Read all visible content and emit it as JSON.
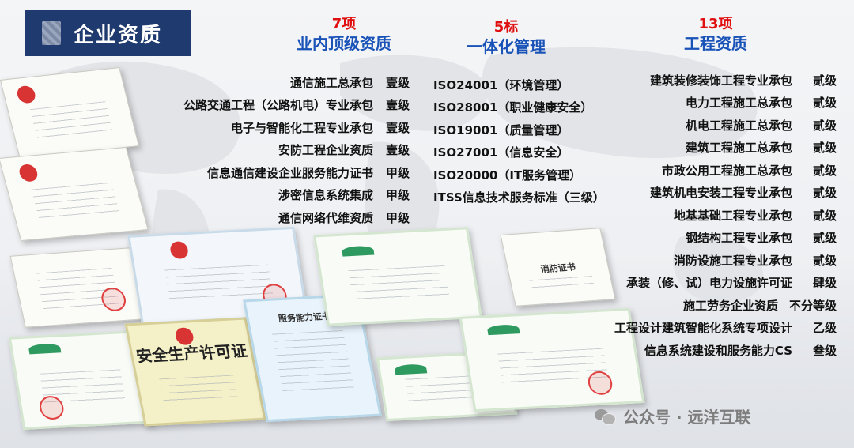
{
  "title": {
    "text": "企业资质"
  },
  "column1": {
    "count": "7项",
    "label": "业内顶级资质",
    "items": [
      {
        "name": "通信施工总承包",
        "grade": "壹级"
      },
      {
        "name": "公路交通工程（公路机电）专业承包",
        "grade": "壹级"
      },
      {
        "name": "电子与智能化工程专业承包",
        "grade": "壹级"
      },
      {
        "name": "安防工程企业资质",
        "grade": "壹级"
      },
      {
        "name": "信息通信建设企业服务能力证书",
        "grade": "甲级"
      },
      {
        "name": "涉密信息系统集成",
        "grade": "甲级"
      },
      {
        "name": "通信网络代维资质",
        "grade": "甲级"
      }
    ]
  },
  "column2": {
    "count": "5标",
    "label": "一体化管理",
    "items": [
      "ISO24001（环境管理）",
      "ISO28001（职业健康安全）",
      "ISO19001（质量管理）",
      "ISO27001（信息安全）",
      "ISO20000（IT服务管理）",
      "ITSS信息技术服务标准（三级）"
    ]
  },
  "column3": {
    "count": "13项",
    "label": "工程资质",
    "items": [
      {
        "name": "建筑装修装饰工程专业承包",
        "grade": "贰级"
      },
      {
        "name": "电力工程施工总承包",
        "grade": "贰级"
      },
      {
        "name": "机电工程施工总承包",
        "grade": "贰级"
      },
      {
        "name": "建筑工程施工总承包",
        "grade": "贰级"
      },
      {
        "name": "市政公用工程施工总承包",
        "grade": "贰级"
      },
      {
        "name": "建筑机电安装工程专业承包",
        "grade": "贰级"
      },
      {
        "name": "地基基础工程专业承包",
        "grade": "贰级"
      },
      {
        "name": "钢结构工程专业承包",
        "grade": "贰级"
      },
      {
        "name": "消防设施工程专业承包",
        "grade": "贰级"
      },
      {
        "name": "承装（修、试）电力设施许可证",
        "grade": "肆级"
      },
      {
        "name": "施工劳务企业资质",
        "grade": "不分等级"
      },
      {
        "name": "工程设计建筑智能化系统专项设计",
        "grade": "乙级"
      },
      {
        "name": "信息系统建设和服务能力CS",
        "grade": "叁级"
      }
    ]
  },
  "certificates": {
    "safety_license": "安全生产许可证",
    "service_capability": "服务能力证书",
    "fire_cert": "消防证书"
  },
  "watermark": {
    "icon": "wechat-icon",
    "text": "公众号 · 远洋互联"
  },
  "colors": {
    "title_bg": "#1f3a6e",
    "count_red": "#e01010",
    "label_blue": "#1a53b8"
  }
}
